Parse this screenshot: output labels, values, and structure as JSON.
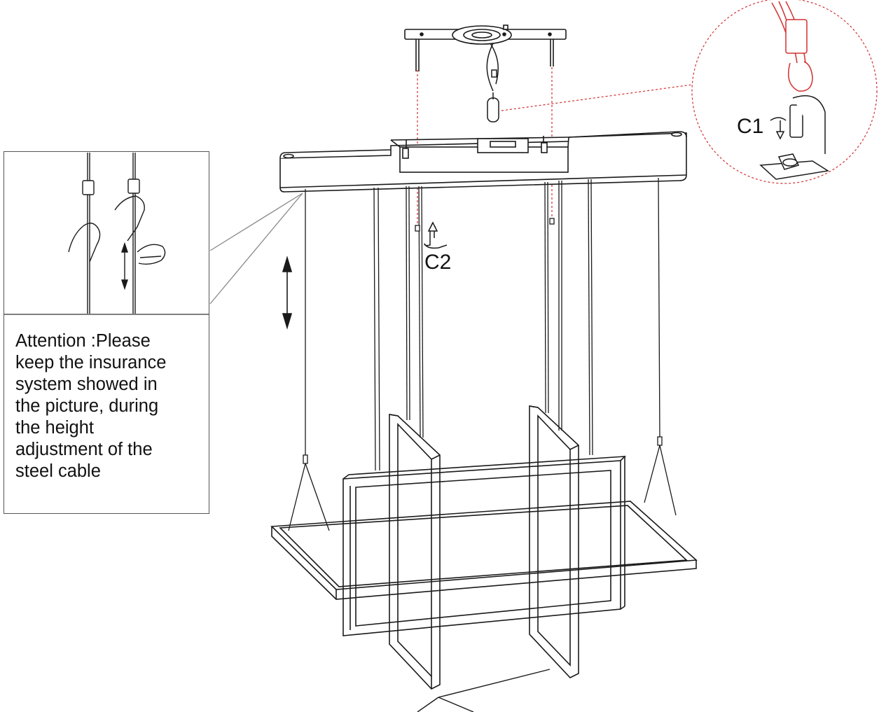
{
  "labels": {
    "c1": "C1",
    "c2": "C2"
  },
  "attention": {
    "text": "Attention :Please\nkeep the insurance\nsystem showed in\nthe picture, during\nthe height\nadjustment of the\nsteel cable"
  },
  "colors": {
    "line": "#1a1a1a",
    "guide": "#d23030",
    "border": "#555555"
  },
  "icons": {
    "rotate_c1": "rotate-arrow-icon",
    "rotate_c2": "rotate-arrow-icon",
    "height_adjust": "double-arrow-icon"
  }
}
